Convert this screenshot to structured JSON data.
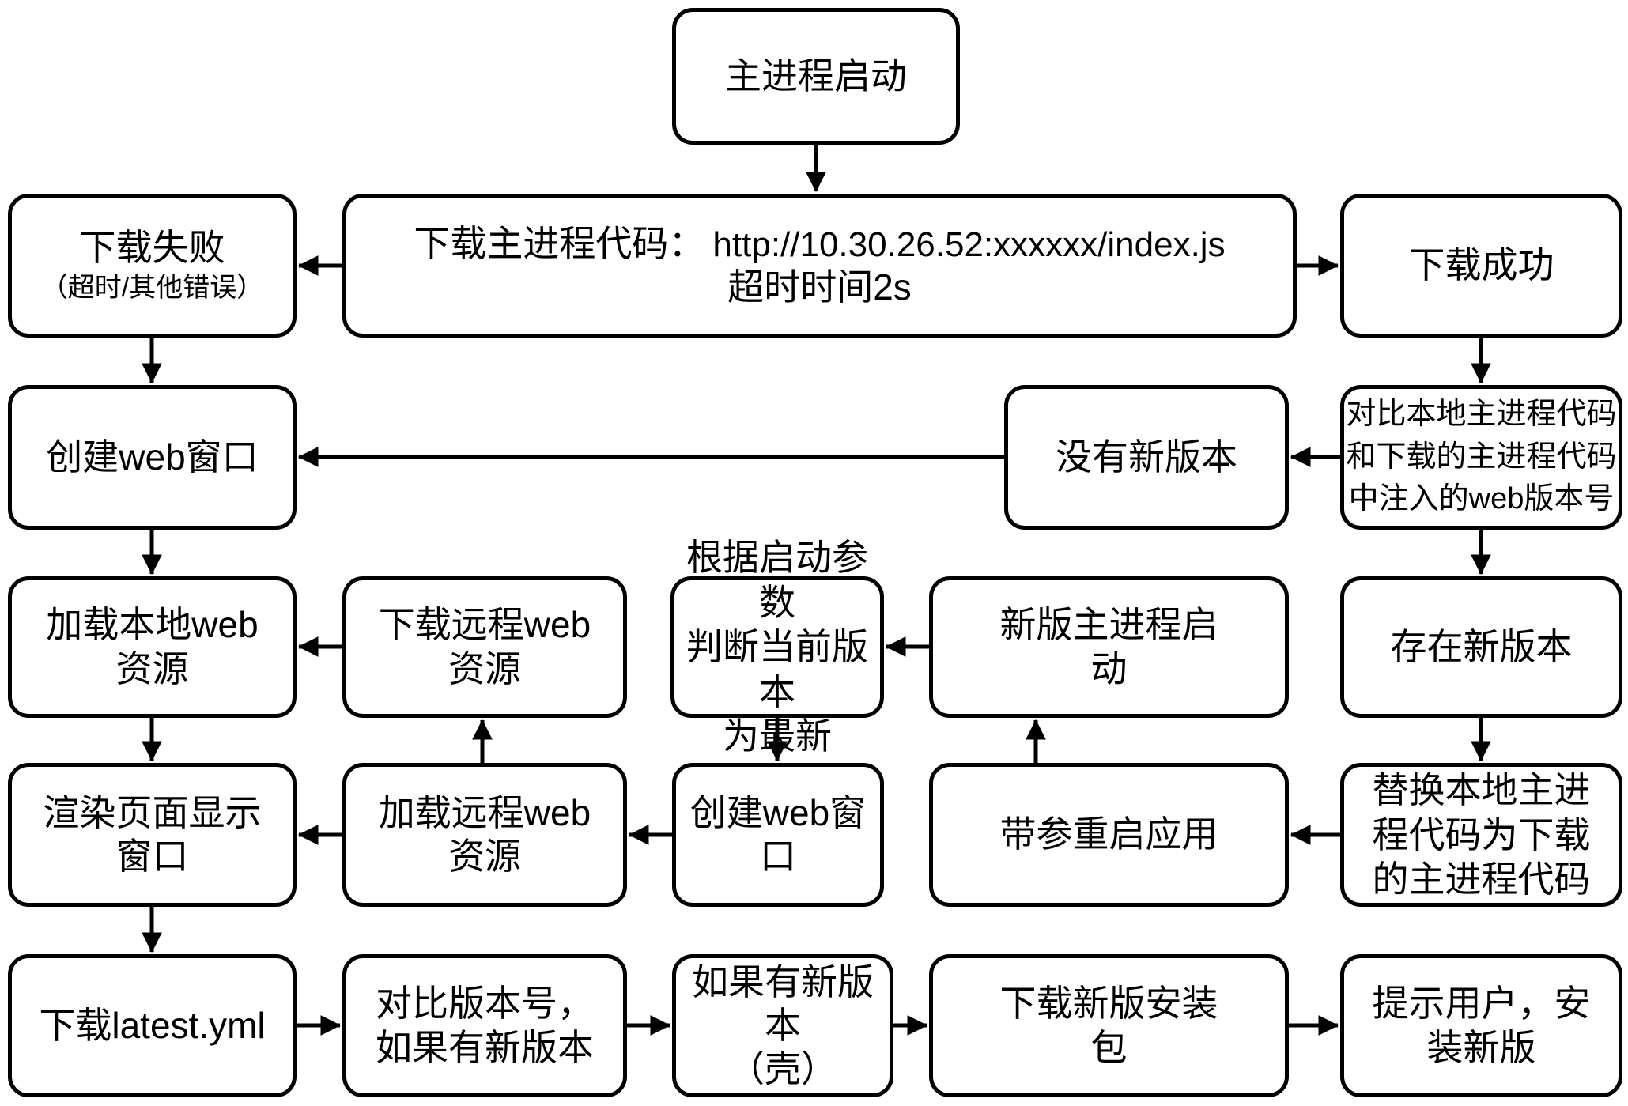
{
  "colors": {
    "stroke": "#000000",
    "background": "#ffffff"
  },
  "nodes": {
    "main_start": {
      "label": "主进程启动"
    },
    "download_fail": {
      "title": "下载失败",
      "subtitle": "（超时/其他错误）"
    },
    "download_code": {
      "label": "下载主进程代码：",
      "url": "http://10.30.26.52:xxxxxx/index.js",
      "line2": "超时时间2s"
    },
    "download_success": {
      "label": "下载成功"
    },
    "create_web_window_1": {
      "label": "创建web窗口"
    },
    "no_new_version": {
      "label": "没有新版本"
    },
    "compare_web_version": {
      "lines": [
        "对比本地主进程代码",
        "和下载的主进程代码",
        "中注入的web版本号"
      ]
    },
    "load_local_web": {
      "lines": [
        "加载本地web",
        "资源"
      ]
    },
    "download_remote_web": {
      "lines": [
        "下载远程web",
        "资源"
      ]
    },
    "judge_latest_by_args": {
      "lines": [
        "根据启动参数",
        "判断当前版本",
        "为最新"
      ]
    },
    "new_main_start": {
      "lines": [
        "新版主进程启",
        "动"
      ]
    },
    "new_version_exists": {
      "label": "存在新版本"
    },
    "render_page_window": {
      "lines": [
        "渲染页面显示",
        "窗口"
      ]
    },
    "load_remote_web": {
      "lines": [
        "加载远程web",
        "资源"
      ]
    },
    "create_web_window_2": {
      "label": "创建web窗口"
    },
    "restart_with_args": {
      "label": "带参重启应用"
    },
    "replace_local_code": {
      "lines": [
        "替换本地主进",
        "程代码为下载",
        "的主进程代码"
      ]
    },
    "download_latest_yml": {
      "label": "下载latest.yml"
    },
    "compare_version_num": {
      "lines": [
        "对比版本号，",
        "如果有新版本"
      ]
    },
    "if_new_version_shell": {
      "lines": [
        "如果有新版本",
        "（壳）"
      ]
    },
    "download_installer": {
      "lines": [
        "下载新版安装",
        "包"
      ]
    },
    "prompt_user_install": {
      "lines": [
        "提示用户，安",
        "装新版"
      ]
    }
  }
}
